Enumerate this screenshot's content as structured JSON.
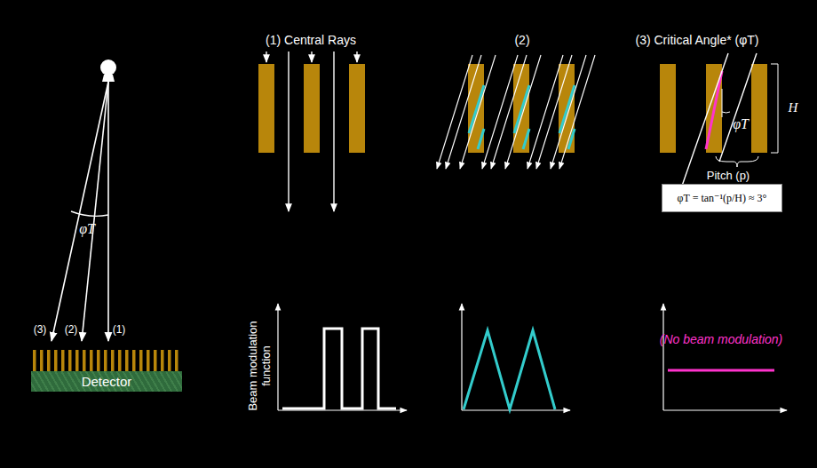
{
  "diagram": {
    "nodes": [
      {
        "text": [
          "Detector"
        ]
      },
      {
        "text": [
          "φT = tan⁻¹(p/H) ≈ 3°"
        ]
      }
    ],
    "edges": [],
    "labels": [
      "φT",
      "(3)",
      "(2)",
      "(1)",
      "(1) Central Rays",
      "(2)",
      "(3) Critical Angle* (φT)",
      "φT",
      "H",
      "Pitch (p)",
      "Beam modulation function",
      "(No beam modulation)"
    ]
  }
}
